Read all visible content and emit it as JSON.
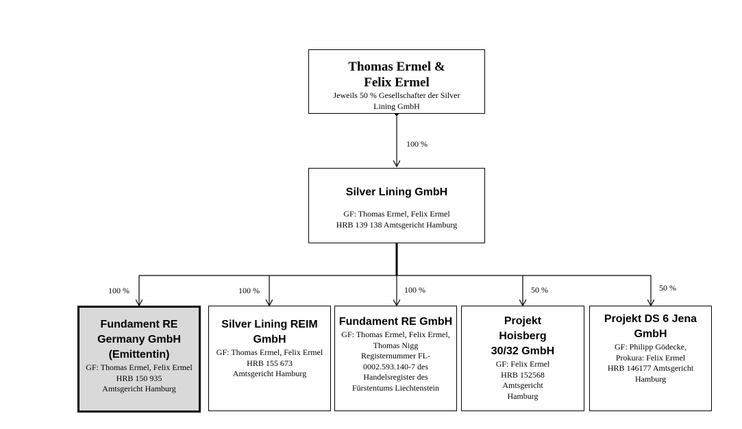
{
  "owners": {
    "title_line1": "Thomas Ermel &",
    "title_line2": "Felix Ermel",
    "detail_line1": "Jeweils 50 % Gesellschafter der Silver",
    "detail_line2": "Lining GmbH"
  },
  "holding": {
    "title": "Silver Lining GmbH",
    "detail_line1": "GF: Thomas Ermel, Felix Ermel",
    "detail_line2": "HRB 139 138 Amtsgericht Hamburg"
  },
  "owner_to_holding_pct": "100 %",
  "subsidiaries": [
    {
      "pct": "100 %",
      "title_line1": "Fundament RE",
      "title_line2": "Germany GmbH",
      "title_line3": "(Emittentin)",
      "detail_line1": "GF: Thomas Ermel, Felix Ermel",
      "detail_line2": "HRB 150 935",
      "detail_line3": "Amtsgericht Hamburg"
    },
    {
      "pct": "100 %",
      "title_line1": "Silver Lining REIM",
      "title_line2": "GmbH",
      "detail_line1": "GF: Thomas Ermel, Felix Ermel",
      "detail_line2": "HRB 155 673",
      "detail_line3": "Amtsgericht Hamburg"
    },
    {
      "pct": "100 %",
      "title_line1": "Fundament RE GmbH",
      "detail_line1": "GF: Thomas Ermel, Felix Ermel,",
      "detail_line2": "Thomas Nigg",
      "detail_line3": "Registernummer FL-",
      "detail_line4": "0002.593.140-7 des",
      "detail_line5": "Handelsregister des",
      "detail_line6": "Fürstentums Liechtenstein"
    },
    {
      "pct": "50 %",
      "title_line1": "Projekt",
      "title_line2": "Hoisberg",
      "title_line3": "30/32 GmbH",
      "detail_line1": "GF: Felix Ermel",
      "detail_line2": "HRB 152568",
      "detail_line3": "Amtsgericht",
      "detail_line4": "Hamburg"
    },
    {
      "pct": "50 %",
      "title_line1": "Projekt DS 6 Jena",
      "title_line2": "GmbH",
      "detail_line1": "GF: Philipp Gödecke,",
      "detail_line2": "Prokura: Felix Ermel",
      "detail_line3": "HRB 146177 Amtsgericht",
      "detail_line4": "Hamburg"
    }
  ]
}
